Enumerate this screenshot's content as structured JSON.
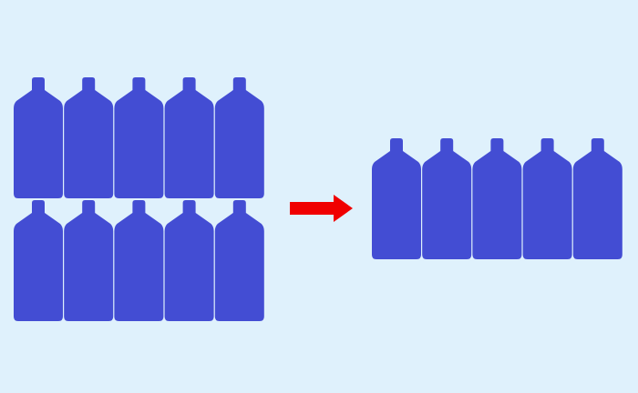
{
  "diagram": {
    "background": "#dff1fc",
    "bottle_color": "#434dd3",
    "arrow_color": "#f00000",
    "left_group": {
      "rows": 2,
      "columns": 5,
      "bottle_count": 10,
      "bottle_icon": "bottle-icon"
    },
    "arrow": {
      "icon": "right-arrow-icon",
      "direction": "right"
    },
    "right_group": {
      "rows": 1,
      "columns": 5,
      "bottle_count": 5,
      "bottle_icon": "bottle-icon"
    }
  }
}
